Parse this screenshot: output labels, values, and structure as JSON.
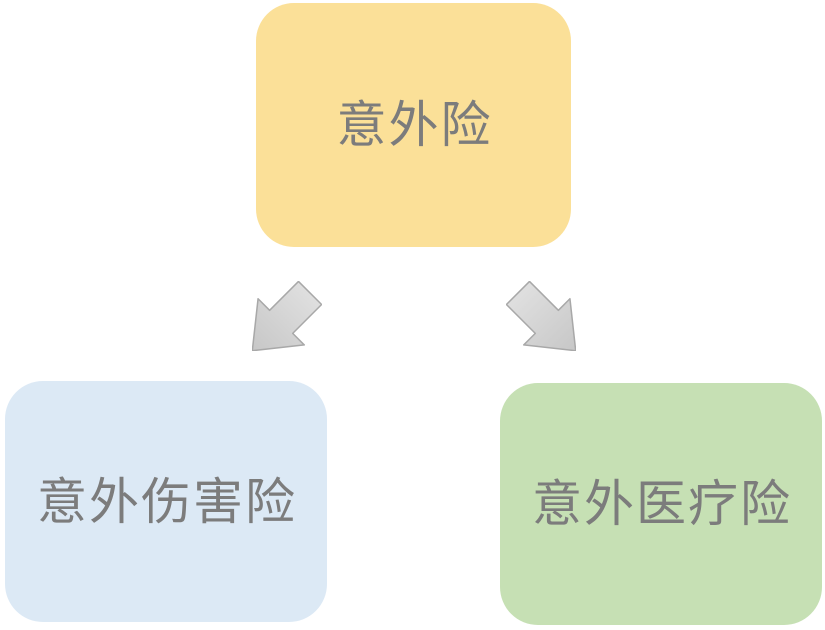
{
  "diagram": {
    "background": "#ffffff",
    "nodes": {
      "root": {
        "label": "意外险",
        "fill": "#FBE098",
        "text_color": "#7C7C7C"
      },
      "left": {
        "label": "意外伤害险",
        "fill": "#DCE9F5",
        "text_color": "#7C7C7C"
      },
      "right": {
        "label": "意外医疗险",
        "fill": "#C6E0B4",
        "text_color": "#7C7C7C"
      }
    },
    "edges": [
      {
        "from": "root",
        "to": "left",
        "icon": "arrow-down-left-icon",
        "direction": "down-left"
      },
      {
        "from": "root",
        "to": "right",
        "icon": "arrow-down-right-icon",
        "direction": "down-right"
      }
    ],
    "arrow_style": {
      "fill_light": "#DFDFDF",
      "fill_dark": "#C7C7C7",
      "stroke": "#A8A8A8"
    }
  }
}
